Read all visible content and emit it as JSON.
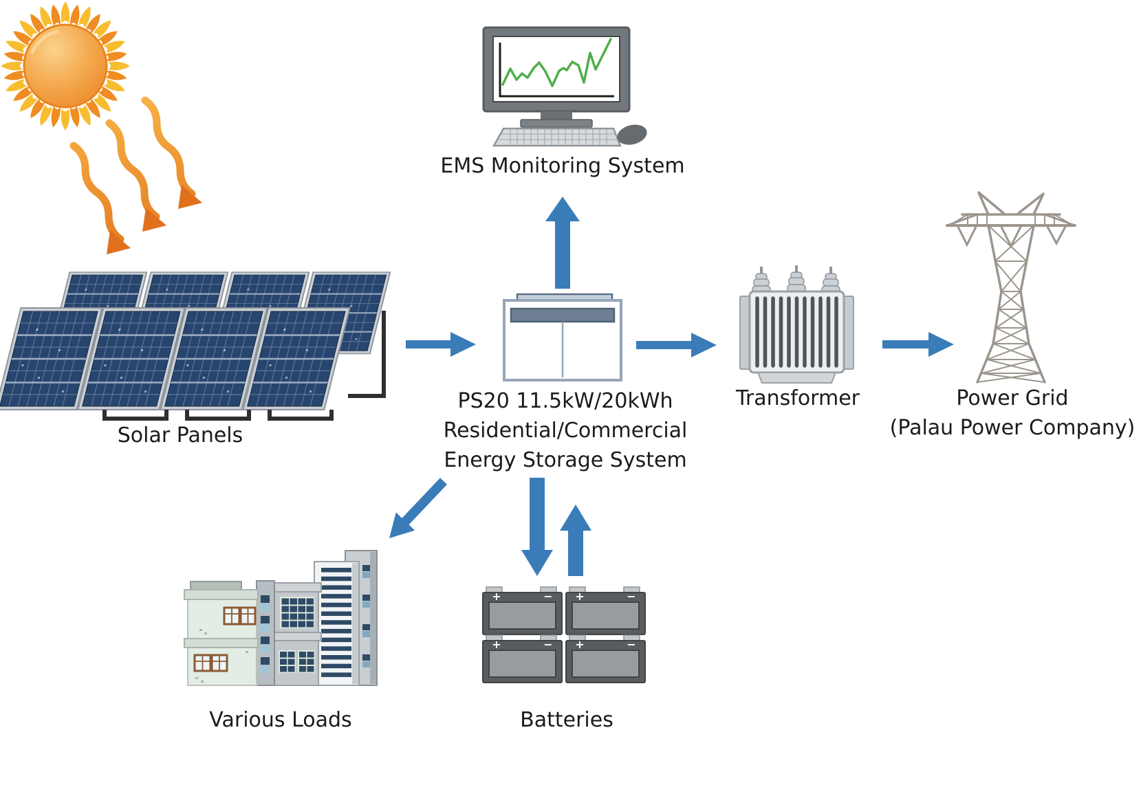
{
  "diagram": {
    "nodes": {
      "sun": {
        "name": "sun"
      },
      "solar_panels": {
        "label": "Solar Panels"
      },
      "ems": {
        "label": "EMS Monitoring System"
      },
      "ess": {
        "label_lines": [
          "PS20 11.5kW/20kWh",
          "Residential/Commercial",
          "Energy Storage System"
        ]
      },
      "transformer": {
        "label": "Transformer"
      },
      "power_grid": {
        "label_lines": [
          "Power Grid",
          "(Palau Power Company)"
        ]
      },
      "various_loads": {
        "label": "Various Loads"
      },
      "batteries": {
        "label": "Batteries",
        "terminal_plus": "+",
        "terminal_minus": "−"
      }
    },
    "flows": [
      {
        "from": "Sun",
        "to": "Solar Panels",
        "type": "wavy-orange-rays"
      },
      {
        "from": "Solar Panels",
        "to": "Energy Storage System",
        "type": "arrow"
      },
      {
        "from": "Energy Storage System",
        "to": "EMS Monitoring System",
        "type": "arrow"
      },
      {
        "from": "Energy Storage System",
        "to": "Transformer",
        "type": "arrow"
      },
      {
        "from": "Transformer",
        "to": "Power Grid",
        "type": "arrow"
      },
      {
        "from": "Energy Storage System",
        "to": "Various Loads",
        "type": "arrow"
      },
      {
        "from": "Energy Storage System",
        "to": "Batteries",
        "type": "arrow-bidirectional"
      }
    ],
    "colors": {
      "arrow_blue": "#3a7cb8",
      "ray_orange_light": "#f7b445",
      "ray_orange_dark": "#e2731f",
      "sun_orange": "#ef8c22",
      "sun_flame_yellow": "#f8bd2f",
      "panel_navy": "#27456e",
      "chart_green": "#4fae4c",
      "tower_gray": "#9b958d",
      "battery_dark": "#595d60",
      "text": "#1b1b1b"
    }
  }
}
